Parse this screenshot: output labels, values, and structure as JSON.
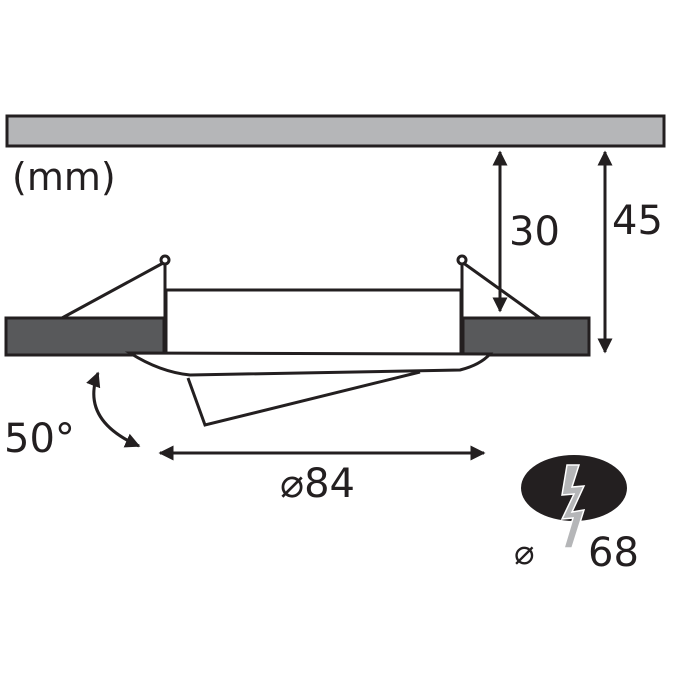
{
  "units_label": "(mm)",
  "dimensions": {
    "ceiling_clearance": "30",
    "total_depth": "45",
    "tilt_angle": "50°",
    "outer_diameter": "⌀84",
    "cutout_diameter_symbol": "⌀",
    "cutout_diameter_value": "68"
  },
  "colors": {
    "line": "#231f20",
    "ceiling_panel": "#b5b6b8",
    "ceiling_board": "#58595b",
    "cutout_fill": "#231f20",
    "cutout_strip": "#b5b6b8"
  }
}
